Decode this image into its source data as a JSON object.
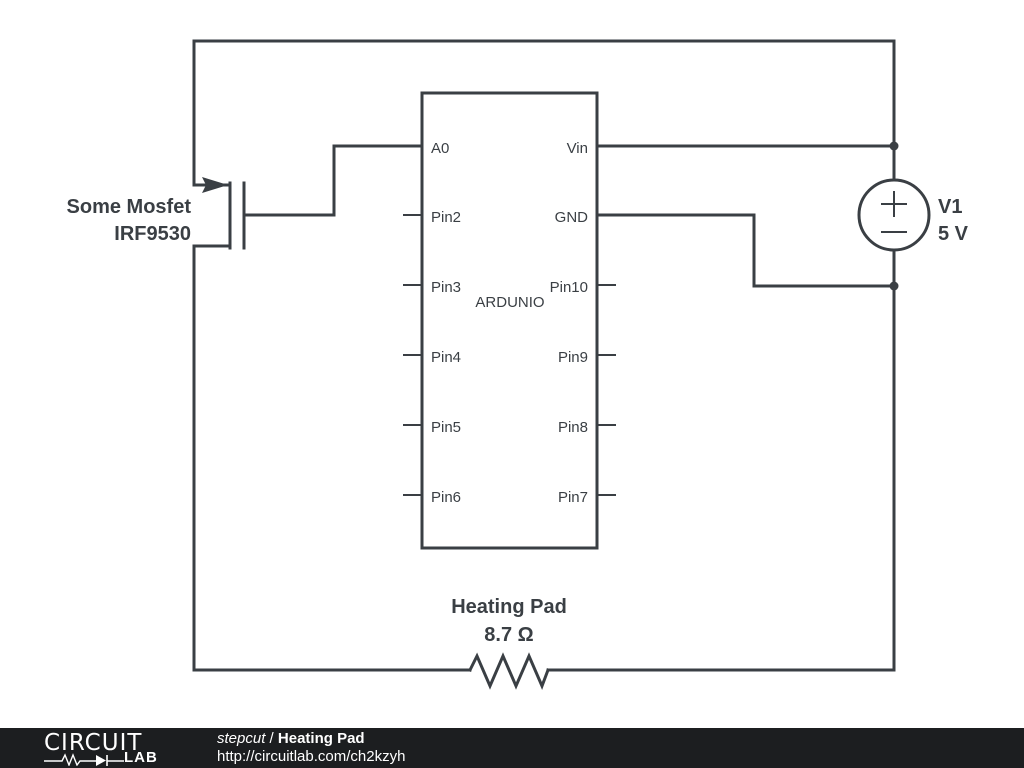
{
  "arduino": {
    "label": "ARDUNIO",
    "left_pins": [
      "A0",
      "Pin2",
      "Pin3",
      "Pin4",
      "Pin5",
      "Pin6"
    ],
    "right_pins": [
      "Vin",
      "GND",
      "Pin10",
      "Pin9",
      "Pin8",
      "Pin7"
    ]
  },
  "mosfet": {
    "name": "Some Mosfet",
    "part": "IRF9530"
  },
  "source": {
    "name": "V1",
    "value": "5 V",
    "plus": "+",
    "minus": "−"
  },
  "load": {
    "name": "Heating Pad",
    "value": "8.7 Ω"
  },
  "footer": {
    "logo_top": "CIRCUIT",
    "logo_bottom": "LAB",
    "author": "stepcut",
    "separator": " / ",
    "title": "Heating Pad",
    "url": "http://circuitlab.com/ch2kzyh"
  }
}
